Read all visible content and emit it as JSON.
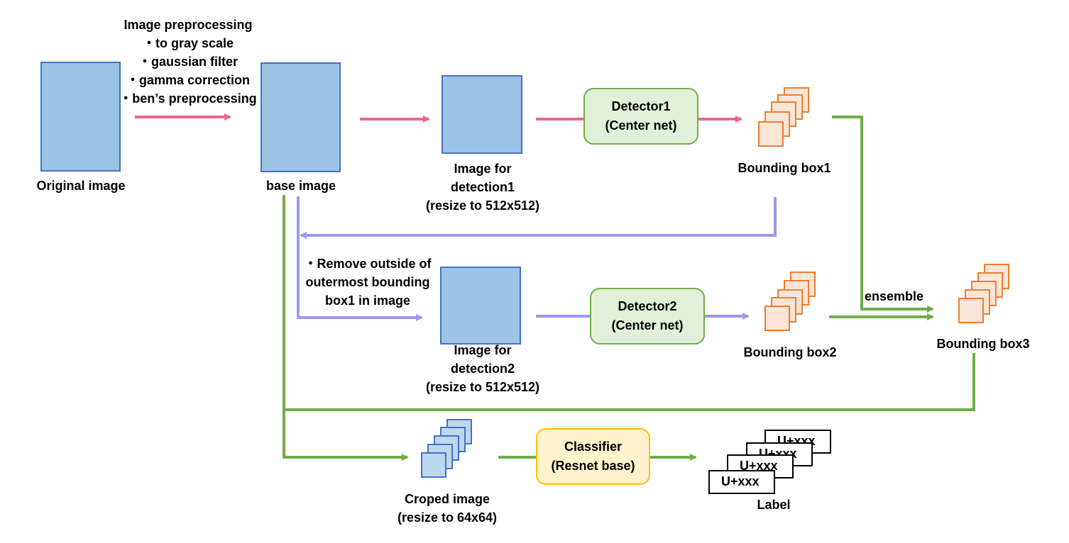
{
  "preprocess": {
    "title": "Image preprocessing",
    "steps": [
      "・to gray scale",
      "・gaussian filter",
      "・gamma correction",
      "・ben’s preprocessing"
    ]
  },
  "nodes": {
    "original_image": "Original image",
    "base_image": "base image",
    "det1_image": [
      "Image for",
      "detection1",
      "(resize to 512x512)"
    ],
    "det2_image": [
      "Image for",
      "detection2",
      "(resize to 512x512)"
    ],
    "cropped_image": [
      "Croped image",
      "(resize to 64x64)"
    ],
    "bbox1": "Bounding box1",
    "bbox2": "Bounding box2",
    "bbox3": "Bounding box3",
    "label": "Label"
  },
  "processes": {
    "detector1": [
      "Detector1",
      "(Center net)"
    ],
    "detector2": [
      "Detector2",
      "(Center net)"
    ],
    "classifier": [
      "Classifier",
      "(Resnet base)"
    ]
  },
  "remove_note": [
    "・Remove outside of",
    "outermost bounding",
    "box1 in image"
  ],
  "ensemble_label": "ensemble",
  "label_cards": [
    "U+xxx",
    "U+xxx",
    "U+xxx",
    "U+xxx"
  ],
  "colors": {
    "pink_arrow": "#f06292",
    "lavender_arrow": "#9999ee",
    "green_arrow": "#70ad47",
    "image_fill": "#9dc3e6",
    "image_border": "#4472c4",
    "bbox_fill": "#fbe5d6",
    "bbox_border": "#ed7d31",
    "detector_fill": "#e2f0d9",
    "classifier_fill": "#fff2cc"
  }
}
